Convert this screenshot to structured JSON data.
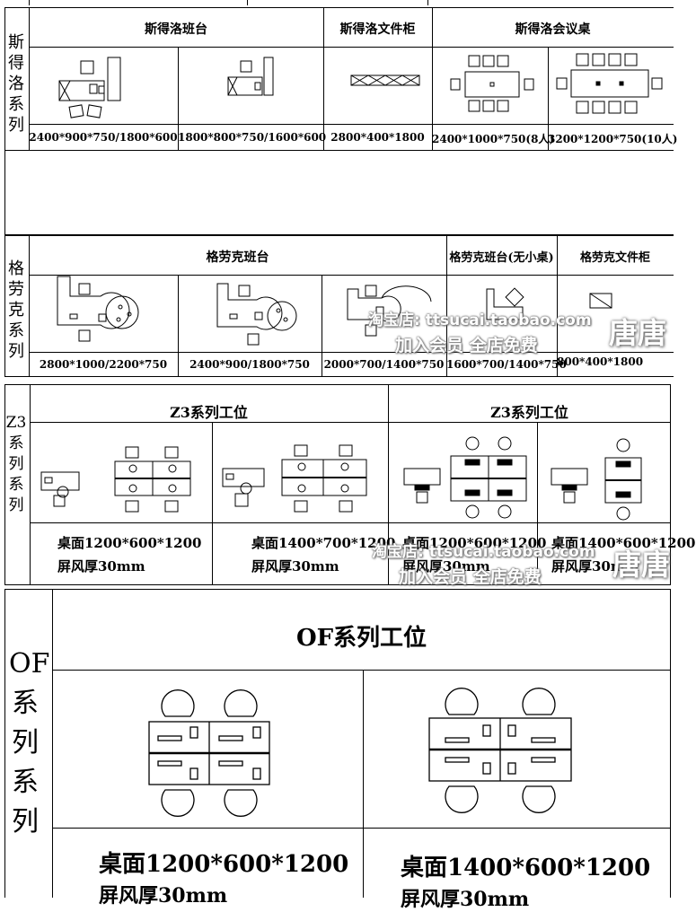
{
  "s1": {
    "series": "斯得洛系列",
    "headers": [
      "斯得洛班台",
      "斯得洛文件柜",
      "斯得洛会议桌"
    ],
    "dims": [
      "2400*900*750/1800*600",
      "1800*800*750/1600*600",
      "2800*400*1800",
      "2400*1000*750(8人)",
      "3200*1200*750(10人)"
    ]
  },
  "s2": {
    "series": "格劳克系列",
    "headers": [
      "格劳克班台",
      "格劳克班台(无小桌)",
      "格劳克文件柜"
    ],
    "dims": [
      "2800*1000/2200*750",
      "2400*900/1800*750",
      "2000*700/1400*750",
      "1600*700/1400*750",
      "800*400*1800"
    ]
  },
  "s3": {
    "series": "Z3系列系列",
    "headers": [
      "Z3系列工位",
      "Z3系列工位"
    ],
    "specs": [
      {
        "desk": "桌面1200*600*1200",
        "screen": "屏风厚30mm"
      },
      {
        "desk": "桌面1400*700*1200",
        "screen": "屏风厚30mm"
      },
      {
        "desk": "桌面1200*600*1200",
        "screen": "屏风厚30mm"
      },
      {
        "desk": "桌面1400*600*1200",
        "screen": "屏风厚30mm"
      }
    ]
  },
  "s4": {
    "series": "OF系列系列",
    "header": "OF系列工位",
    "specs": [
      {
        "desk": "桌面1200*600*1200",
        "screen": "屏风厚30mm"
      },
      {
        "desk": "桌面1400*600*1200",
        "screen": "屏风厚30mm"
      }
    ]
  },
  "watermark": {
    "line1": "淘宝店: ttsucai.taobao.com",
    "line2": "加入会员 全店免费",
    "brand": "唐唐"
  }
}
